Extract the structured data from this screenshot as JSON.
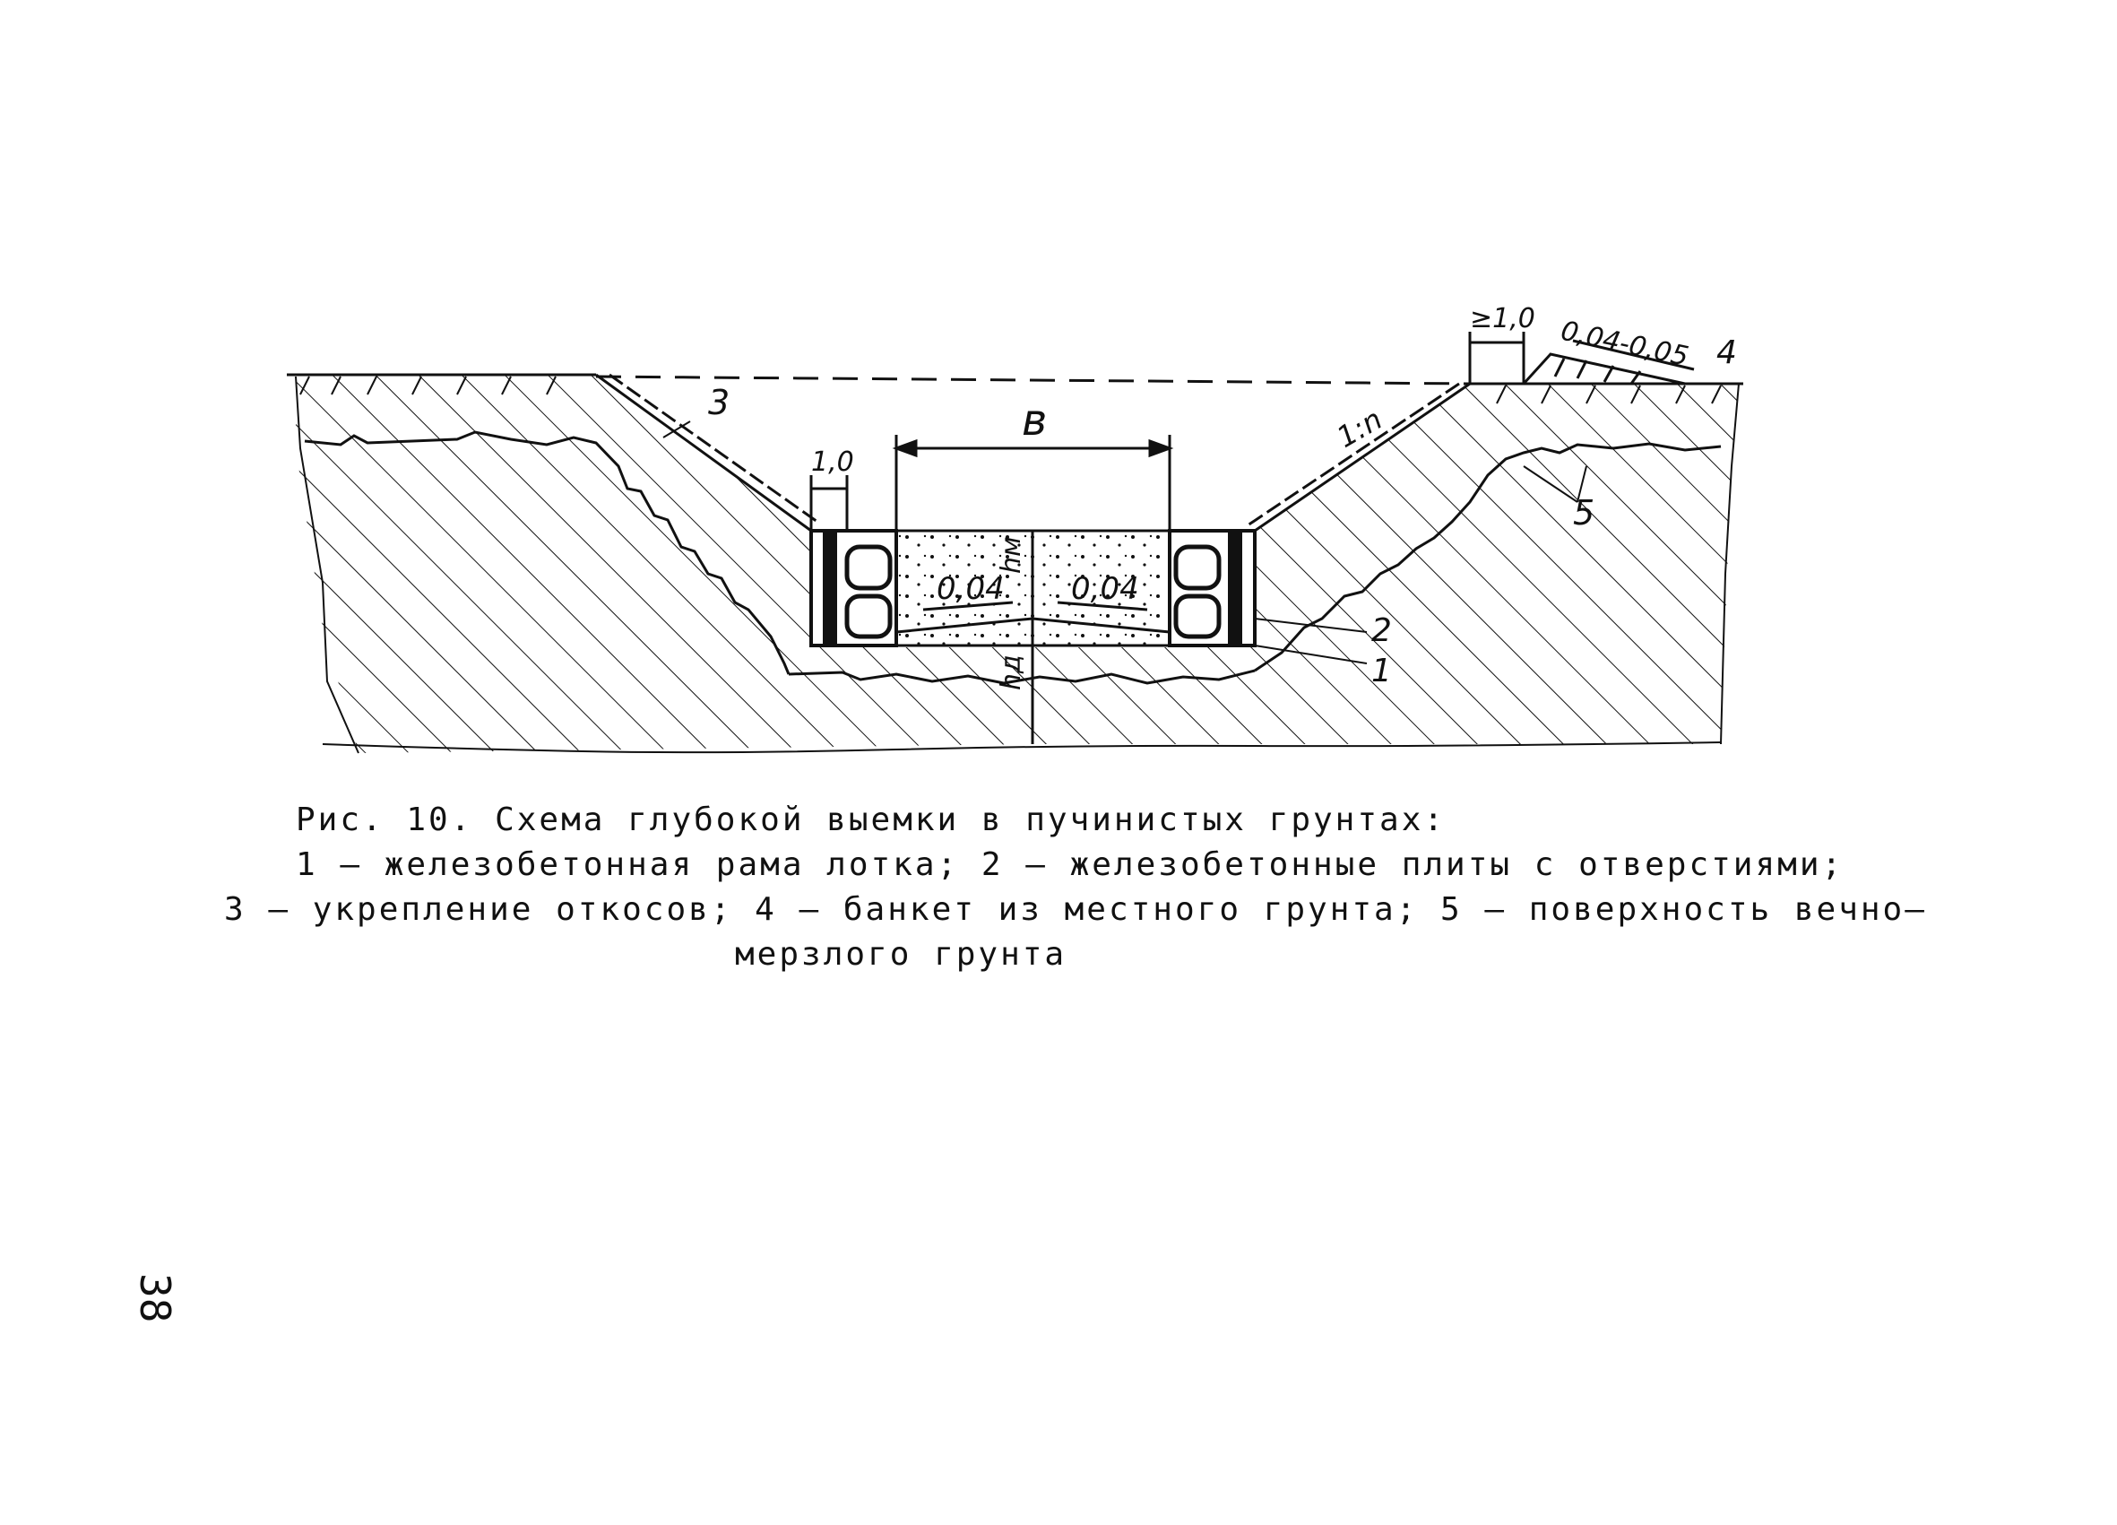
{
  "figure": {
    "labels": {
      "slope_protection": "3",
      "slope_ratio": "1:n",
      "width_left": "1,0",
      "width_b": "в",
      "berm_width": "≥1,0",
      "banquet_slope": "0,04-0,05",
      "banquet": "4",
      "permafrost": "5",
      "slope_1": "0,04",
      "slope_2": "0,04",
      "hm": "hм",
      "hd": "hд",
      "plates": "2",
      "frame": "1"
    }
  },
  "caption": {
    "title": "Рис. 10. Схема глубокой выемки в пучинистых грунтах:",
    "line1": "1 – железобетонная рама лотка; 2 – железобетонные плиты с отверстиями;",
    "line2": "3 – укрепление откосов; 4 – банкет из местного грунта; 5 – поверхность вечно–",
    "line3": "мерзлого грунта"
  },
  "page_number": "38"
}
